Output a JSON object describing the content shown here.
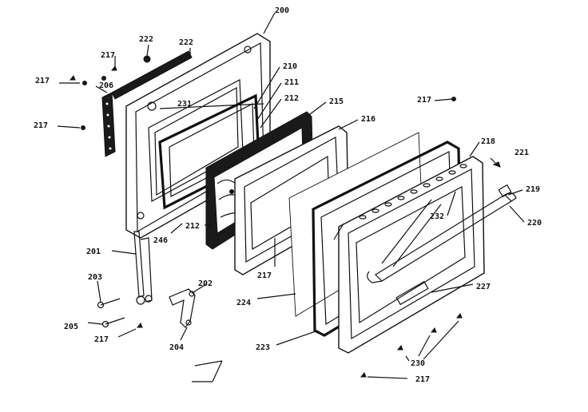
{
  "diagram": {
    "labels": {
      "l200": "200",
      "l201": "201",
      "l202": "202",
      "l203": "203",
      "l204": "204",
      "l205": "205",
      "l206": "206",
      "l210": "210",
      "l211": "211",
      "l212": "212",
      "l212b": "212",
      "l215": "215",
      "l216": "216",
      "l217a": "217",
      "l217b": "217",
      "l217c": "217",
      "l217d": "217",
      "l217e": "217",
      "l217f": "217",
      "l217g": "217",
      "l218": "218",
      "l219": "219",
      "l220": "220",
      "l221": "221",
      "l222": "222",
      "l222b": "222",
      "l223": "223",
      "l224": "224",
      "l227": "227",
      "l230": "230",
      "l231": "231",
      "l232": "232",
      "l246": "246"
    }
  }
}
